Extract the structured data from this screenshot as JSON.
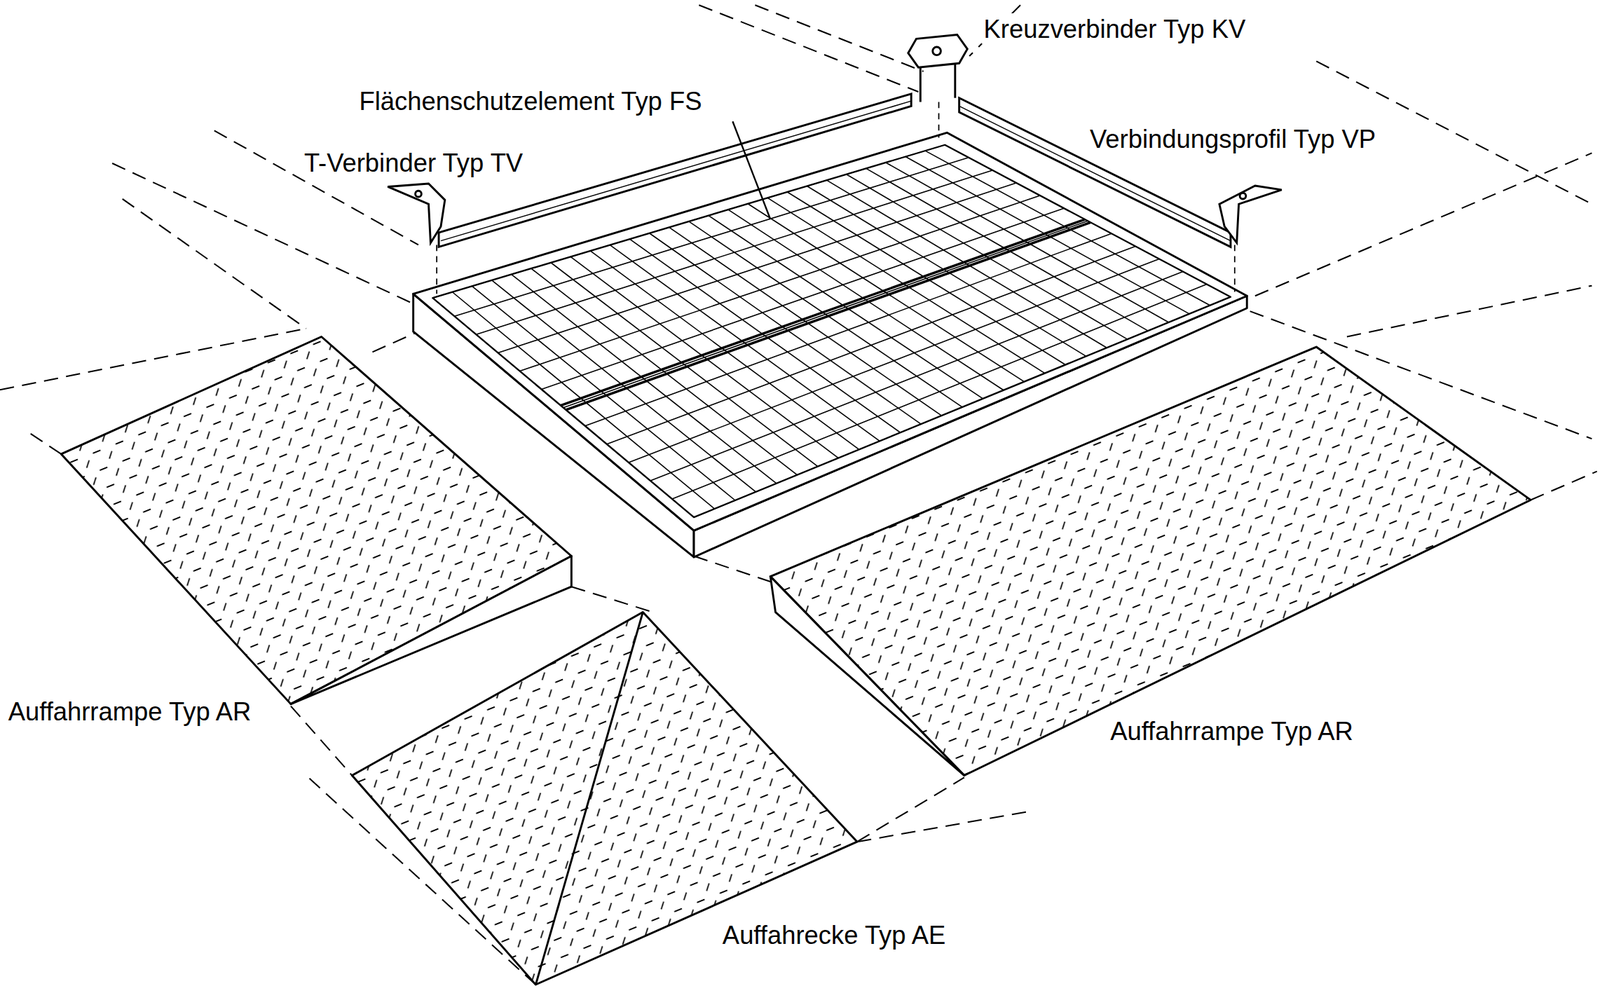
{
  "diagram": {
    "labels": [
      "Kreuzverbinder Typ KV",
      "Flächenschutzelement Typ FS",
      "T-Verbinder Typ TV",
      "Verbindungsprofil Typ VP",
      "Auffahrrampe Typ AR",
      "Auffahrrampe Typ AR",
      "Auffahrecke Typ AE"
    ]
  }
}
